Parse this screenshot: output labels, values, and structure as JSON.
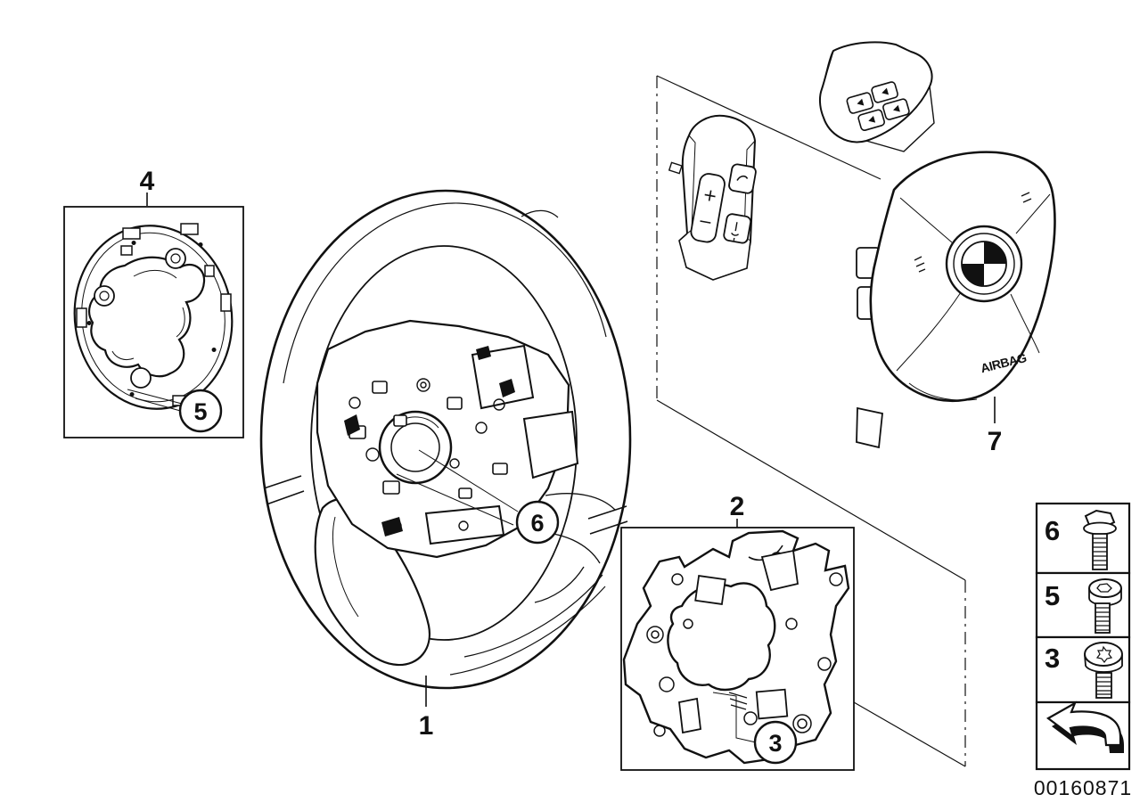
{
  "figure": {
    "callouts": {
      "c1": "1",
      "c2": "2",
      "c3": "3",
      "c4": "4",
      "c5": "5",
      "c6": "6",
      "c7": "7"
    },
    "airbag_text": "AIRBAG",
    "legend": {
      "rows": [
        {
          "num": "6",
          "icon": "hex-flange-bolt-icon"
        },
        {
          "num": "5",
          "icon": "socket-pan-head-screw-icon"
        },
        {
          "num": "3",
          "icon": "torx-pan-head-screw-icon"
        }
      ],
      "direction_arrow_icon": "direction-arrow-icon",
      "part_number": "00160871"
    },
    "colors": {
      "line": "#111111",
      "background": "#ffffff"
    }
  }
}
